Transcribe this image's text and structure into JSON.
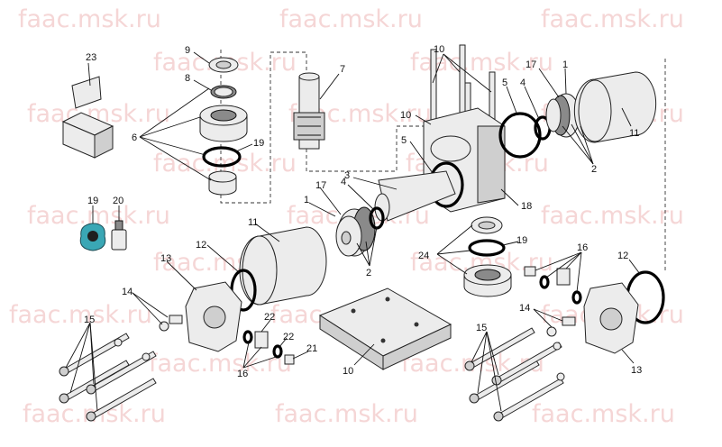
{
  "watermark": {
    "text": "faac.msk.ru",
    "color": "#f2c9c9"
  },
  "labels": {
    "p1a": "1",
    "p1b": "1",
    "p2a": "2",
    "p2b": "2",
    "p3": "3",
    "p4a": "4",
    "p4b": "4",
    "p5a": "5",
    "p5b": "5",
    "p6": "6",
    "p7": "7",
    "p8": "8",
    "p9": "9",
    "p10a": "10",
    "p10b": "10",
    "p10c": "10",
    "p11a": "11",
    "p11b": "11",
    "p12a": "12",
    "p12b": "12",
    "p13a": "13",
    "p13b": "13",
    "p14a": "14",
    "p14b": "14",
    "p15a": "15",
    "p15b": "15",
    "p16a": "16",
    "p16b": "16",
    "p17a": "17",
    "p17b": "17",
    "p18": "18",
    "p19a": "19",
    "p19b": "19",
    "p19c": "19",
    "p20": "20",
    "p21": "21",
    "p22a": "22",
    "p22b": "22",
    "p23": "23",
    "p24": "24"
  },
  "colors": {
    "seal_bag": "#3aa7b5",
    "line": "#111111"
  }
}
